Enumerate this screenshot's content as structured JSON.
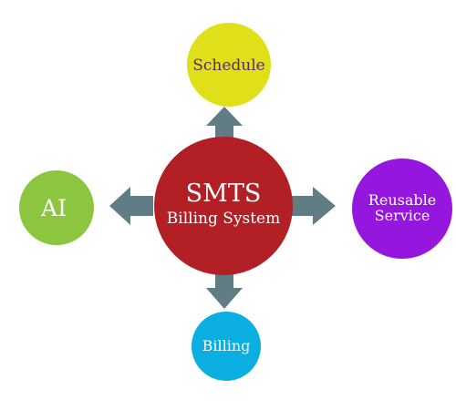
{
  "center": {
    "title": "SMTS",
    "subtitle": "Billing System",
    "color": "#b22025"
  },
  "nodes": {
    "top": {
      "label": "Schedule",
      "color": "#dfe01a",
      "text_color": "#5a2a6a"
    },
    "left": {
      "label": "AI",
      "color": "#8cc63e",
      "text_color": "#ffffff"
    },
    "right": {
      "line1": "Reusable",
      "line2": "Service",
      "color": "#9517de",
      "text_color": "#ffffff"
    },
    "bottom": {
      "label": "Billing",
      "color": "#0aaee0",
      "text_color": "#ffffff"
    }
  },
  "arrow_color": "#607c84"
}
